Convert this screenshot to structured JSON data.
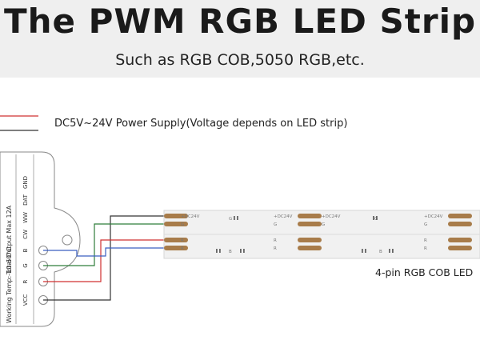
{
  "header": {
    "title": "The PWM RGB LED Strip",
    "subtitle": "Such as RGB COB,5050 RGB,etc."
  },
  "power_supply": {
    "label": "DC5V~24V Power Supply(Voltage depends on LED strip)"
  },
  "controller": {
    "total_output": "Total Output Max 12A",
    "working_temp": "Working Temp:-10-60°C",
    "terminals": [
      "GND",
      "DAT",
      "WW",
      "CW",
      "B",
      "G",
      "R",
      "VCC"
    ]
  },
  "strip": {
    "label": "4-pin RGB COB LED",
    "pad_top_plus": "+DC24V",
    "pad_top_minus": "G",
    "pad_bottom_minus": "R",
    "pad_bottom_minus_alt": "B",
    "pad_top_minus_alt": "G"
  },
  "colors": {
    "red_wire": "#d03030",
    "blue_wire": "#3a5fc0",
    "green_wire": "#2f7d3a",
    "black_wire": "#333333",
    "copper_pad": "#a87c4a",
    "strip_body": "#f1f1f1"
  }
}
